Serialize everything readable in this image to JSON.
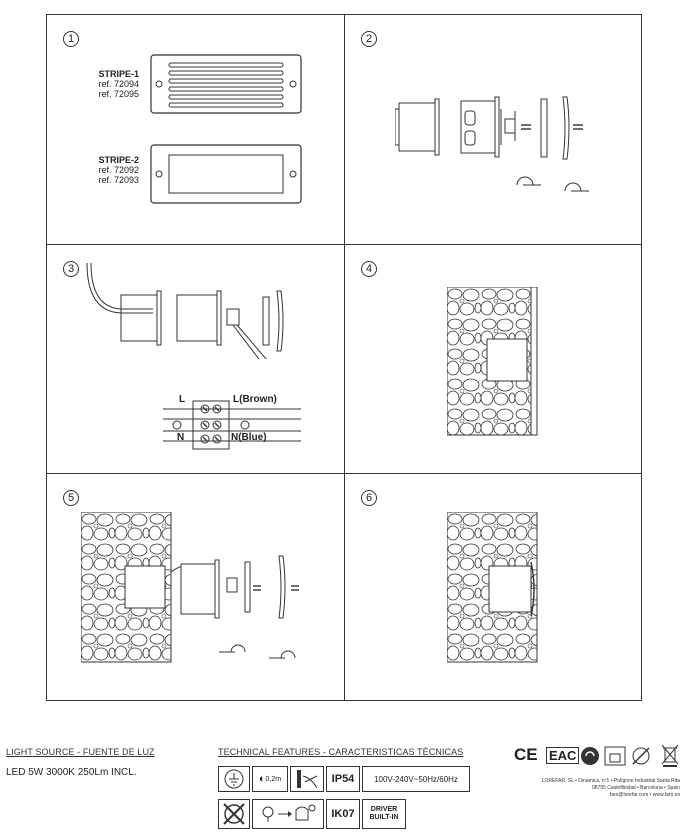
{
  "steps": [
    {
      "number": "1"
    },
    {
      "number": "2"
    },
    {
      "number": "3"
    },
    {
      "number": "4"
    },
    {
      "number": "5"
    },
    {
      "number": "6"
    }
  ],
  "stripe1": {
    "name": "STRIPE-1",
    "ref_a": "ref. 72094",
    "ref_b": "ref. 72095"
  },
  "stripe2": {
    "name": "STRIPE-2",
    "ref_a": "ref. 72092",
    "ref_b": "ref. 72093"
  },
  "wiring": {
    "L": "L",
    "N": "N",
    "brown": "L(Brown)",
    "blue": "N(Blue)"
  },
  "light_source": {
    "caption": "LIGHT SOURCE - FUENTE DE LUZ",
    "value": "LED 5W 3000K 250Lm INCL."
  },
  "technical": {
    "caption": "TECHNICAL FEATURES - CARACTERISTICAS TÉCNICAS",
    "distance": "0,2m",
    "ip": "IP54",
    "voltage": "100V-240V~50Hz/60Hz",
    "ik": "IK07",
    "driver_line1": "DRIVER",
    "driver_line2": "BUILT-IN"
  },
  "marks": {
    "ce": "CE",
    "eac": "EAC"
  },
  "company": {
    "line1": "LOREFAR, SL • Dinámica, nº1 • Polígono Industrial Santa Rita",
    "line2": "08755 Castellbisbal • Barcelona • Spain",
    "line3": "faro@lorefar.com • www.faro.es"
  }
}
